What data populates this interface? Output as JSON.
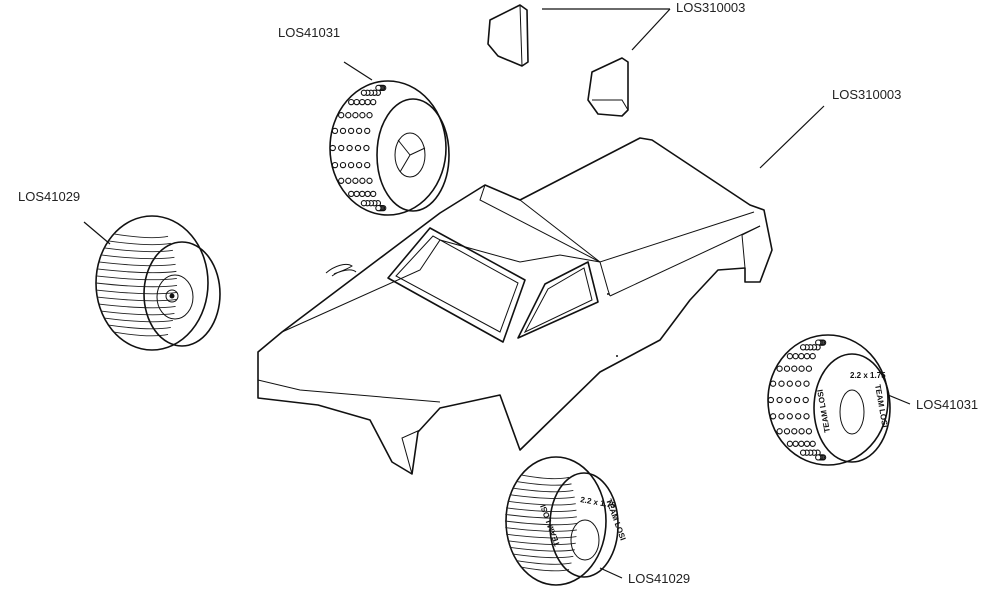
{
  "labels": {
    "spiked_tire_top": "LOS41031",
    "wing_pair": "LOS310003",
    "body_shell": "LOS310003",
    "ribbed_tire_left": "LOS41029",
    "spiked_tire_right": "LOS41031",
    "ribbed_tire_bottom": "LOS41029"
  },
  "sidewall_text": {
    "brand": "TEAM LOSI",
    "size": "2.2 x 1.75"
  }
}
